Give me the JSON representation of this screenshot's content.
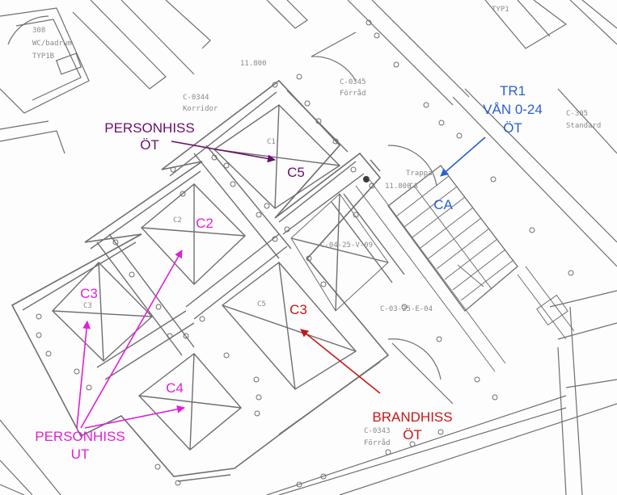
{
  "colors": {
    "purple": "#6b0f6f",
    "magenta": "#e020d8",
    "blue": "#2a5fd1",
    "red": "#c81616",
    "line": "#6f6f6f",
    "text_gray": "#8a8a8a"
  },
  "annotations": {
    "personhiss_ot_line1": "PERSONHISS",
    "personhiss_ot_line2": "ÖT",
    "c5_upper": "C5",
    "tr1_line1": "TR1",
    "tr1_line2": "VÅN 0-24",
    "tr1_line3": "ÖT",
    "ca": "CA",
    "c2": "C2",
    "c3_left": "C3",
    "c3_center": "C3",
    "c4": "C4",
    "personhiss_ut_line1": "PERSONHISS",
    "personhiss_ut_line2": "UT",
    "brandhiss_line1": "BRANDHISS",
    "brandhiss_line2": "ÖT"
  },
  "plan_labels": {
    "room_308": "308",
    "wc_badrum": "WC/badrum",
    "typ1b": "TYP1B",
    "typ1": "TYP1",
    "level_11800_top": "11.800",
    "level_11800_mid": "11.800",
    "c0344": "C-0344",
    "korridor": "Korridor",
    "c0345": "C-0345",
    "forrad_top": "Förråd",
    "c305": "C-305",
    "standard": "Standard",
    "trappa": "Trappa",
    "ca_small": "CA",
    "c1": "C1",
    "c2_small": "C2",
    "c3_small": "C3",
    "c5_small": "C5",
    "c04_25": "C-04-25-V-09",
    "c03_25": "C-03-25-E-04",
    "c0343": "C-0343",
    "forrad_bottom": "Förråd"
  }
}
